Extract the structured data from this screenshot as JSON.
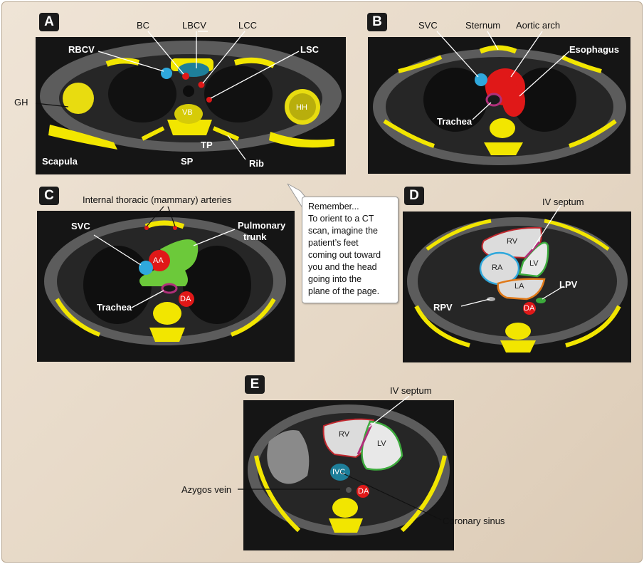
{
  "panels": {
    "a": {
      "letter": "A",
      "labels": {
        "bc": "BC",
        "lbcv": "LBCV",
        "lcc": "LCC",
        "rbcv": "RBCV",
        "lsc": "LSC",
        "gh": "GH",
        "vb": "VB",
        "hh": "HH",
        "tp": "TP",
        "scapula": "Scapula",
        "sp": "SP",
        "rib": "Rib"
      }
    },
    "b": {
      "letter": "B",
      "labels": {
        "svc": "SVC",
        "sternum": "Sternum",
        "aortic_arch": "Aortic arch",
        "esophagus": "Esophagus",
        "trachea": "Trachea"
      }
    },
    "c": {
      "letter": "C",
      "labels": {
        "internal_thoracic": "Internal thoracic (mammary) arteries",
        "svc": "SVC",
        "pulmonary": "Pulmonary",
        "trunk": "trunk",
        "aa": "AA",
        "trachea": "Trachea",
        "da": "DA"
      }
    },
    "d": {
      "letter": "D",
      "labels": {
        "iv_septum": "IV septum",
        "rv": "RV",
        "ra": "RA",
        "lv": "LV",
        "la": "LA",
        "lpv": "LPV",
        "rpv": "RPV",
        "da": "DA"
      }
    },
    "e": {
      "letter": "E",
      "labels": {
        "iv_septum": "IV septum",
        "rv": "RV",
        "lv": "LV",
        "ivc": "IVC",
        "da": "DA",
        "azygos": "Azygos vein",
        "coronary_sinus": "Coronary sinus"
      }
    }
  },
  "note": {
    "lines": [
      "Remember...",
      "To orient to a CT",
      "scan, imagine the",
      "patient’s feet",
      "coming out toward",
      "you and the head",
      "going into the",
      "plane of the page."
    ]
  },
  "colors": {
    "bone": "#f2e600",
    "vein_blue": "#2fa8dc",
    "venous_teal": "#1e7f9a",
    "artery_red": "#e01818",
    "trunk_green": "#6cc93a",
    "trachea_purple": "#b0307a",
    "ct_background": "#141414",
    "soft_tissue": "#6e6e6e"
  }
}
